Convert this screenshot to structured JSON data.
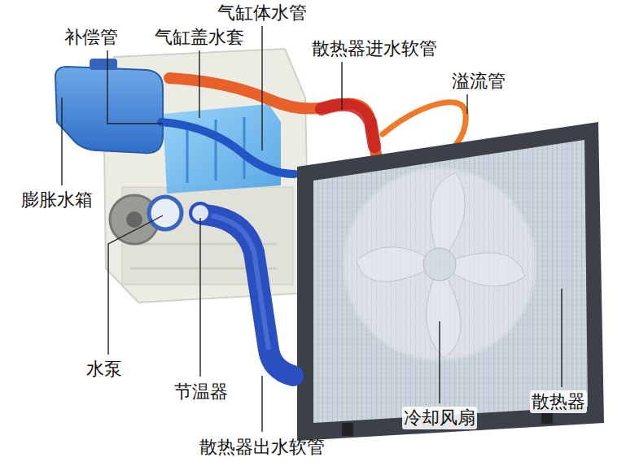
{
  "diagram": {
    "labels": [
      "气缸体水管",
      "补偿管",
      "气缸盖水套",
      "散热器进水软管",
      "溢流管",
      "膨胀水箱",
      "水泵",
      "节温器",
      "冷却风扇",
      "散热器",
      "散热器出水软管"
    ]
  }
}
